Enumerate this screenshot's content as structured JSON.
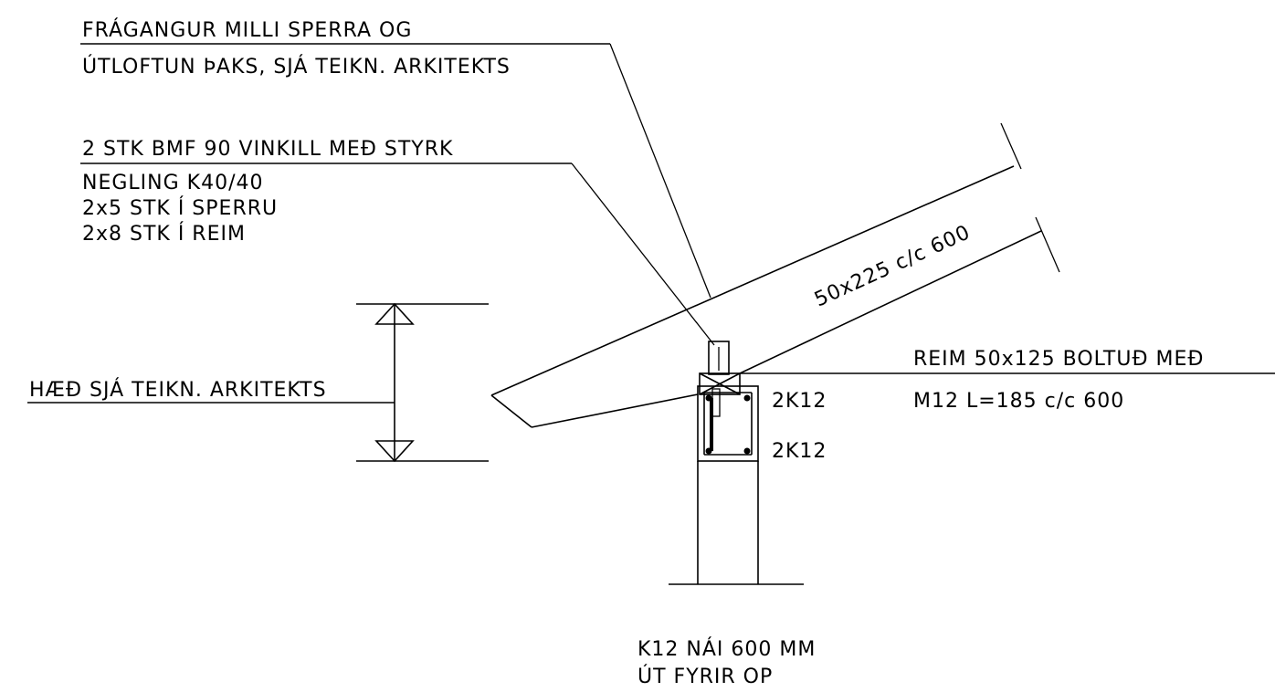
{
  "labels": {
    "fragangur_1": "FRÁGANGUR MILLI SPERRA OG",
    "fragangur_2": "ÚTLOFTUN ÞAKS, SJÁ TEIKN. ARKITEKTS",
    "vinkill_1": "2 STK BMF 90 VINKILL MEÐ STYRK",
    "vinkill_2": "NEGLING K40/40",
    "vinkill_3": "2x5 STK Í SPERRU",
    "vinkill_4": "2x8 STK Í REIM",
    "haed": "HÆÐ SJÁ TEIKN. ARKITEKTS",
    "rafter_size": "50x225 c/c 600",
    "reim_1": "REIM 50x125 BOLTUÐ MEÐ",
    "reim_2": "M12 L=185 c/c 600",
    "rebar_top": "2K12",
    "rebar_bottom": "2K12",
    "k12_1": "K12 NÁI 600 MM",
    "k12_2": "ÚT FYRIR OP"
  }
}
